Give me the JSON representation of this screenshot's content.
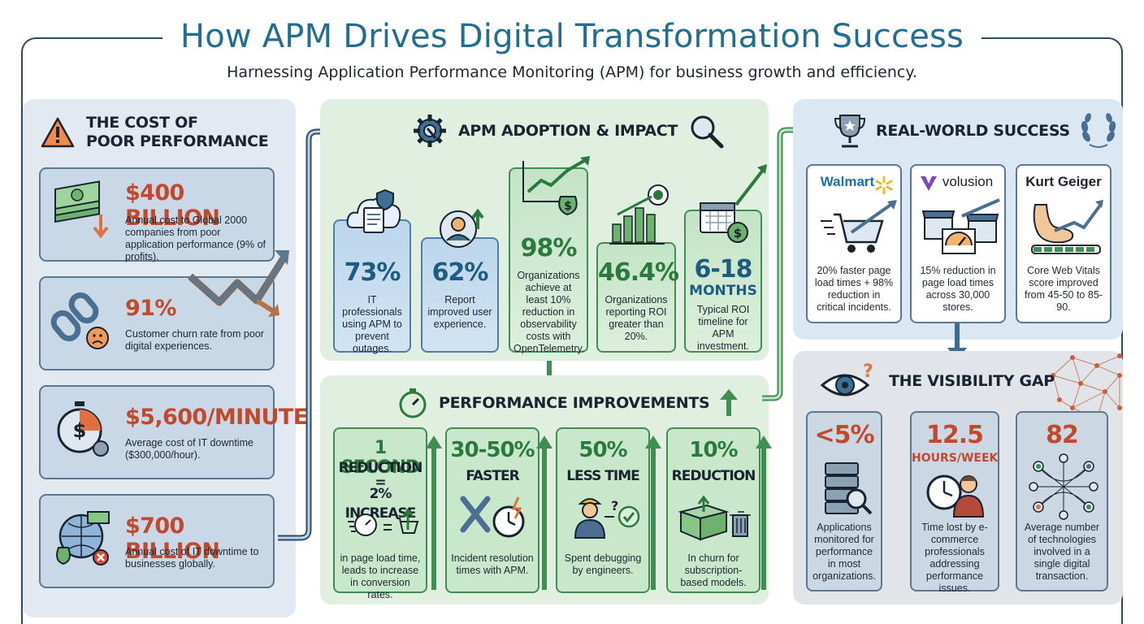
{
  "title": "How APM Drives Digital Transformation Success",
  "subtitle": "Harnessing Application Performance Monitoring (APM) for business growth and efficiency.",
  "cost": {
    "heading_line1": "THE COST OF",
    "heading_line2": "POOR PERFORMANCE",
    "items": [
      {
        "value": "$400 BILLION",
        "desc": "Annual cost to Global 2000 companies from poor application performance (9% of profits)."
      },
      {
        "value": "91%",
        "desc": "Customer churn rate from poor digital experiences."
      },
      {
        "value": "$5,600/MINUTE",
        "desc": "Average cost of IT downtime ($300,000/hour)."
      },
      {
        "value": "$700 BILLION",
        "desc": "Annual cost of IT downtime to businesses globally."
      }
    ]
  },
  "adoption": {
    "heading": "APM ADOPTION & IMPACT",
    "stats": [
      {
        "value": "73%",
        "desc": "IT professionals using APM to prevent outages."
      },
      {
        "value": "62%",
        "desc": "Report improved user experience."
      },
      {
        "value": "98%",
        "desc": "Organizations achieve at least 10% reduction in observability costs with OpenTelemetry."
      },
      {
        "value": "46.4%",
        "desc": "Organizations reporting ROI greater than 20%."
      },
      {
        "value": "6-18",
        "value2": "MONTHS",
        "desc": "Typical ROI timeline for APM investment."
      }
    ]
  },
  "performance": {
    "heading": "PERFORMANCE IMPROVEMENTS",
    "items": [
      {
        "line1": "1 SECOND",
        "line2": "REDUCTION",
        "line3": "=",
        "line4": "2% INCREASE",
        "desc": "in page load time, leads to increase in conversion rates."
      },
      {
        "line1": "30-50%",
        "line2": "FASTER",
        "desc": "Incident resolution times with APM."
      },
      {
        "line1": "50%",
        "line2": "LESS TIME",
        "desc": "Spent debugging by engineers."
      },
      {
        "line1": "10%",
        "line2": "REDUCTION",
        "desc": "In churn for subscription-based models."
      }
    ]
  },
  "success": {
    "heading": "REAL-WORLD SUCCESS",
    "cases": [
      {
        "brand": "Walmart",
        "desc": "20% faster page load times + 98% reduction in critical incidents."
      },
      {
        "brand": "volusion",
        "desc": "15% reduction in page load times across 30,000 stores."
      },
      {
        "brand": "Kurt Geiger",
        "desc": "Core Web Vitals score improved from 45-50 to 85-90."
      }
    ]
  },
  "visibility": {
    "heading": "THE VISIBILITY GAP",
    "items": [
      {
        "value": "<5%",
        "sub": "",
        "desc": "Applications monitored for performance in most organizations."
      },
      {
        "value": "12.5",
        "sub": "HOURS/WEEK",
        "desc": "Time lost by e-commerce professionals addressing performance issues."
      },
      {
        "value": "82",
        "sub": "",
        "desc": "Average number of technologies involved in a single digital transaction."
      }
    ]
  },
  "colors": {
    "accent_blue": "#1e6f93",
    "alert_red": "#c2492b",
    "success_green": "#2b7a3d",
    "navy": "#1d5c80"
  },
  "icons": [
    "warning-icon",
    "money-stack-icon",
    "broken-link-icon",
    "stopwatch-dollar-icon",
    "globe-money-icon",
    "gear-search-icon",
    "magnifier-icon",
    "trophy-icon",
    "laurel-icon",
    "stopwatch-icon",
    "eye-question-icon",
    "network-icon"
  ]
}
